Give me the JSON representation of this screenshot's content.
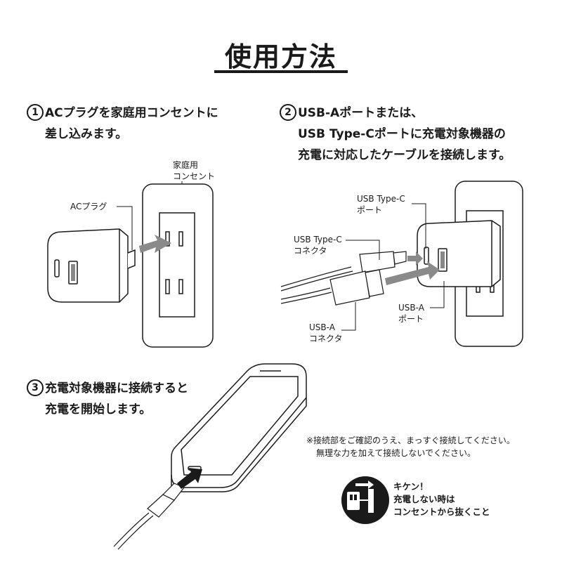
{
  "page": {
    "title": "使用方法"
  },
  "steps": [
    {
      "number": "1",
      "lines": [
        "ACプラグを家庭用コンセントに",
        "差し込みます。"
      ]
    },
    {
      "number": "2",
      "lines": [
        "USB-Aポートまたは、",
        "USB Type-Cポートに充電対象機器の",
        "充電に対応したケーブルを接続します。"
      ]
    },
    {
      "number": "3",
      "lines": [
        "充電対象機器に接続すると",
        "充電を開始します。"
      ]
    }
  ],
  "labels": {
    "outlet": [
      "家庭用",
      "コンセント"
    ],
    "ac_plug": "ACプラグ",
    "usbc_port": [
      "USB Type-C",
      "ポート"
    ],
    "usbc_connector": [
      "USB Type-C",
      "コネクタ"
    ],
    "usba_port": [
      "USB-A",
      "ポート"
    ],
    "usba_connector": [
      "USB-A",
      "コネクタ"
    ]
  },
  "note": [
    "※接続部をご確認のうえ、まっすぐ接続してください。",
    "無理な力を加えて接続しないでください。"
  ],
  "warning": {
    "icon": "plug-unplug-icon",
    "lines": [
      "キケン！",
      "充電しない時は",
      "コンセントから抜くこと"
    ]
  }
}
